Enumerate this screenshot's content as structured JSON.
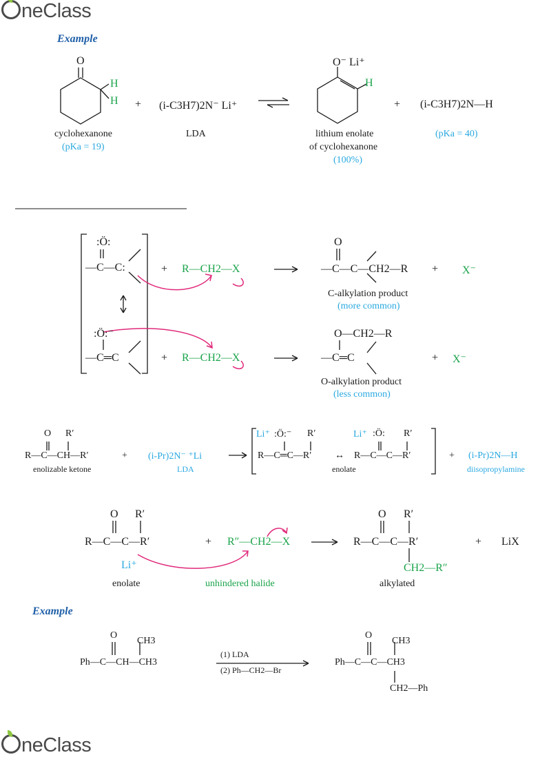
{
  "brand": {
    "logo_text": "neClass"
  },
  "colors": {
    "blue": "#29a8e0",
    "green": "#1aa34a",
    "pink": "#e0287a",
    "example": "#1f5fa8"
  },
  "sec1": {
    "heading": "Example",
    "ketone_label": "cyclohexanone",
    "ketone_pka": "(pKa = 19)",
    "lda_formula": "(i-C3H7)2N⁻ Li⁺",
    "lda_label": "LDA",
    "enolate_top": "O⁻ Li⁺",
    "enolate_label1": "lithium enolate",
    "enolate_label2": "of cyclohexanone",
    "enolate_yield": "(100%)",
    "amine_formula": "(i-C3H7)2N—H",
    "amine_pka": "(pKa = 40)",
    "atom_O": "O",
    "atom_H": "H",
    "plus": "+"
  },
  "sec2": {
    "reagent": "R—CH2—X",
    "c_product_label": "C-alkylation product",
    "c_product_note": "(more common)",
    "o_product_label": "O-alkylation product",
    "o_product_note": "(less common)",
    "halide": "X⁻",
    "c_product": "—C—C—CH2—R",
    "o_product_top": "O—CH2—R",
    "o_product": "—C═C",
    "enol_top": ":Ö:",
    "enol_c": "—C—C:",
    "enol2_top": ":Ö:⁻",
    "enol2_c": "—C═C"
  },
  "sec3": {
    "ketone": "R—C—CH—R′",
    "ketone_label": "enolizable ketone",
    "base": "(i-Pr)2N⁻ ⁺Li",
    "base_label": "LDA",
    "enolate_label": "enolate",
    "amine": "(i-Pr)2N—H",
    "amine_label": "diisopropylamine",
    "li": "Li⁺",
    "resonance1": "R—C═C—R′",
    "resonance2": "R—C—C—R′",
    "R_prime": "R′"
  },
  "sec4": {
    "enolate": "R—C—C—R′",
    "li": "Li⁺",
    "halide": "R″—CH2—X",
    "product": "R—C—C—R′",
    "product_sub": "CH2—R″",
    "byproduct": "LiX",
    "label_enolate": "enolate",
    "label_halide": "unhindered halide",
    "label_product": "alkylated"
  },
  "sec5": {
    "heading": "Example",
    "start": "Ph—C—CH—CH3",
    "start_top": "CH3",
    "step1": "(1) LDA",
    "step2": "(2) Ph—CH2—Br",
    "prod": "Ph—C—C—CH3",
    "prod_top": "CH3",
    "prod_sub": "CH2—Ph"
  }
}
